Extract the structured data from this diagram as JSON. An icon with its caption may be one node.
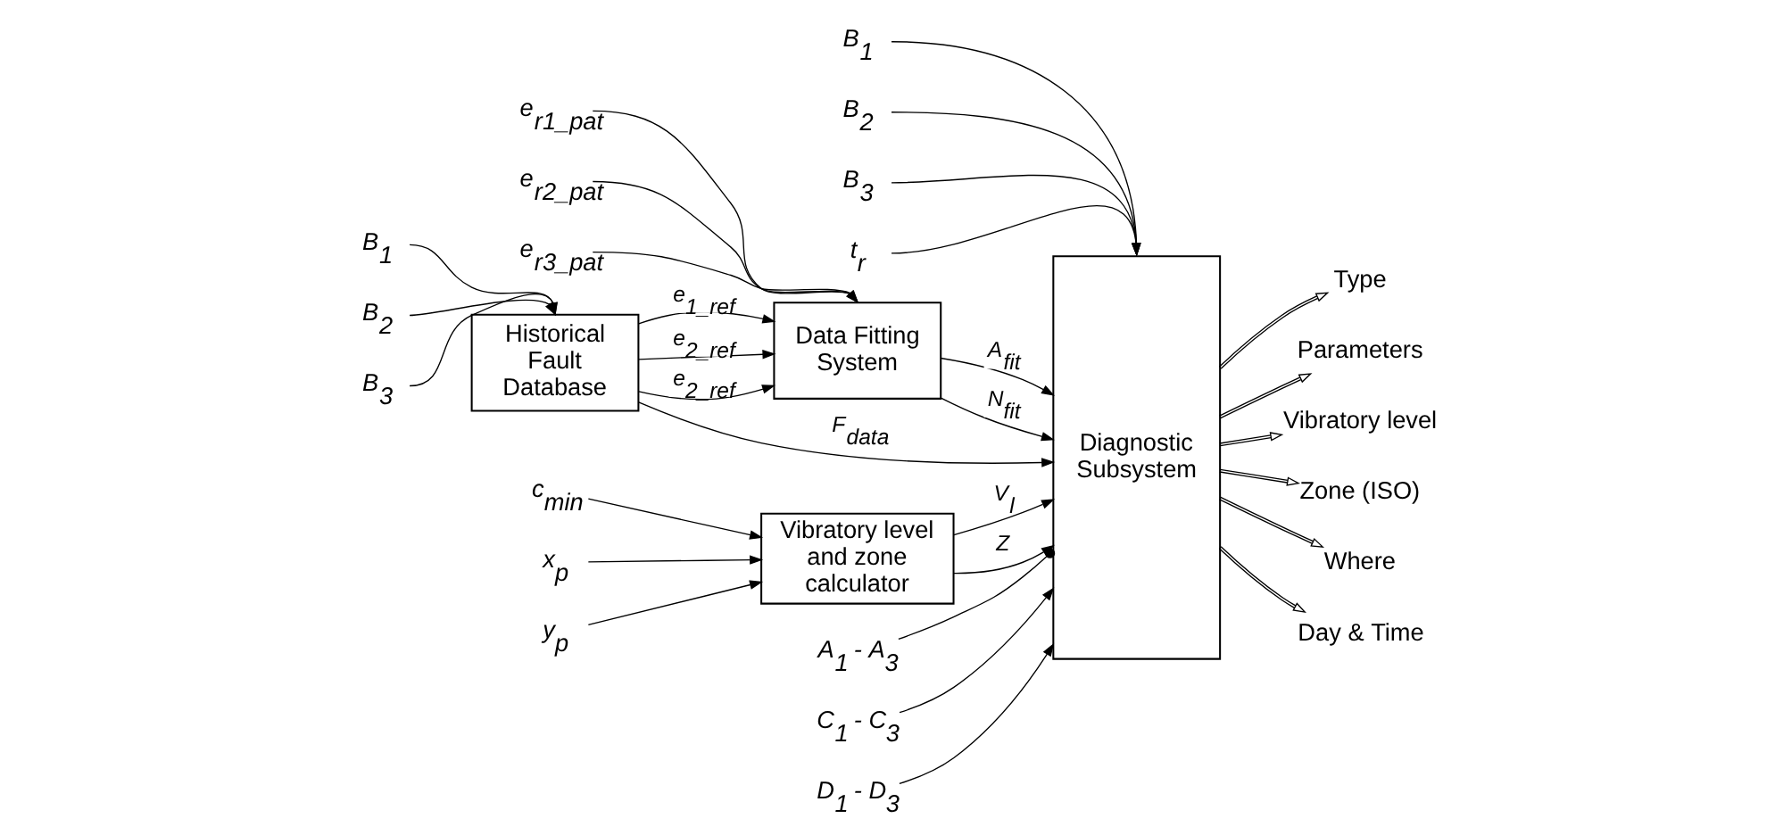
{
  "diagram": {
    "nodes": [
      {
        "text": [
          "B$_{1}$"
        ]
      },
      {
        "text": [
          "B$_{2}$"
        ]
      },
      {
        "text": [
          "B$_{3}$"
        ]
      },
      {
        "text": [
          "e$_{r1_pat}$"
        ]
      },
      {
        "text": [
          "e$_{r2_pat}$"
        ]
      },
      {
        "text": [
          "e$_{r3_pat}$"
        ]
      },
      {
        "text": [
          "B$_{1}$"
        ]
      },
      {
        "text": [
          "B$_{2}$"
        ]
      },
      {
        "text": [
          "B$_{3}$"
        ]
      },
      {
        "text": [
          "t$_{r}$"
        ]
      },
      {
        "text": [
          "Historical Fault Database"
        ]
      },
      {
        "text": [
          "Data Fitting System"
        ]
      },
      {
        "text": [
          "Diagnostic Subsystem"
        ]
      },
      {
        "text": [
          "Type"
        ]
      },
      {
        "text": [
          "Parameters"
        ]
      },
      {
        "text": [
          "c$_{min}$"
        ]
      },
      {
        "text": [
          "x$_{p}$"
        ]
      },
      {
        "text": [
          "y$_{p}$"
        ]
      },
      {
        "text": [
          "Vibratory level and zone calculator"
        ]
      },
      {
        "text": [
          "Vibratory level"
        ]
      },
      {
        "text": [
          "Zone (ISO)"
        ]
      },
      {
        "text": [
          "A$_{1}$ - A$_{3}$"
        ]
      },
      {
        "text": [
          "C$_{1}$ - C$_{3}$"
        ]
      },
      {
        "text": [
          "D$_{1}$ - D$_{3}$"
        ]
      },
      {
        "text": [
          "Where"
        ]
      },
      {
        "text": [
          "Day & Time"
        ]
      }
    ],
    "edges": [
      {
        "from": 0,
        "to": 10,
        "arrow": "to"
      },
      {
        "from": 1,
        "to": 10,
        "arrow": "to"
      },
      {
        "from": 2,
        "to": 10,
        "arrow": "to"
      },
      {
        "from": 3,
        "to": 11,
        "arrow": "to"
      },
      {
        "from": 4,
        "to": 11,
        "arrow": "to"
      },
      {
        "from": 5,
        "to": 11,
        "arrow": "to"
      },
      {
        "from": 6,
        "to": 12,
        "arrow": "to"
      },
      {
        "from": 7,
        "to": 12,
        "arrow": "to"
      },
      {
        "from": 8,
        "to": 12,
        "arrow": "to"
      },
      {
        "from": 9,
        "to": 12,
        "arrow": "to"
      },
      {
        "from": 10,
        "to": 11,
        "arrow": "to",
        "label": "e$_{1_ref}$"
      },
      {
        "from": 10,
        "to": 11,
        "arrow": "to",
        "label": "e$_{2_ref}$"
      },
      {
        "from": 10,
        "to": 11,
        "arrow": "to",
        "label": "e$_{2_ref}$"
      },
      {
        "from": 11,
        "to": 12,
        "arrow": "to",
        "label": "A$_{fit}$"
      },
      {
        "from": 11,
        "to": 12,
        "arrow": "to",
        "label": "N$_{fit}$"
      },
      {
        "from": 10,
        "to": 12,
        "arrow": "to",
        "label": "F$_{data}$"
      },
      {
        "from": 15,
        "to": 18,
        "arrow": "to"
      },
      {
        "from": 16,
        "to": 18,
        "arrow": "to"
      },
      {
        "from": 17,
        "to": 18,
        "arrow": "to"
      },
      {
        "from": 18,
        "to": 12,
        "arrow": "to",
        "label": "V$_{l}$"
      },
      {
        "from": 18,
        "to": 12,
        "arrow": "to",
        "label": "Z"
      },
      {
        "from": 21,
        "to": 12,
        "arrow": "other"
      },
      {
        "from": 22,
        "to": 12,
        "arrow": "to"
      },
      {
        "from": 23,
        "to": 12,
        "arrow": "to"
      },
      {
        "from": 12,
        "to": 13,
        "arrow": "to"
      },
      {
        "from": 12,
        "to": 14,
        "arrow": "to"
      },
      {
        "from": 12,
        "to": 19,
        "arrow": "to"
      },
      {
        "from": 12,
        "to": 20,
        "arrow": "to"
      },
      {
        "from": 12,
        "to": 24,
        "arrow": "to"
      },
      {
        "from": 12,
        "to": 25,
        "arrow": "to"
      }
    ]
  }
}
